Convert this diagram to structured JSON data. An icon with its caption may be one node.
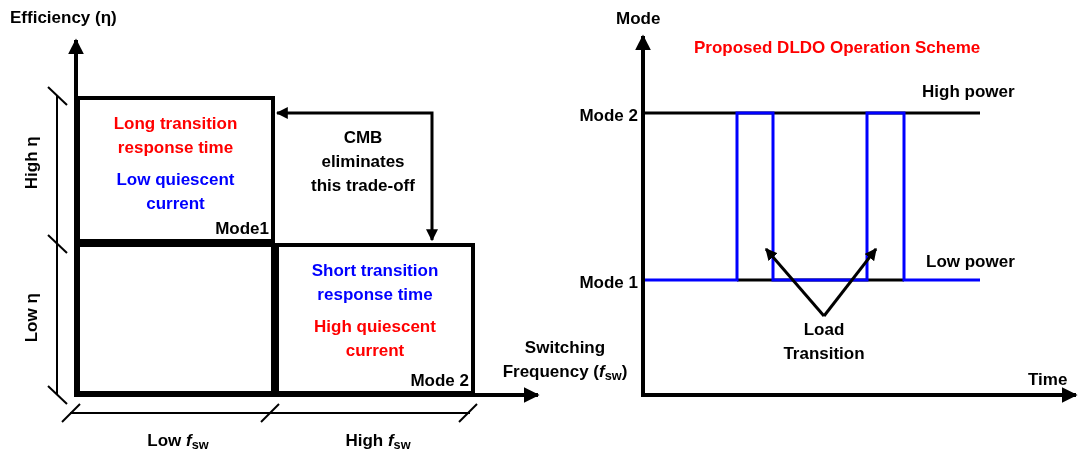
{
  "diagram": {
    "title": "Proposed DLDO Operation Scheme",
    "nodes": [
      {
        "text": [
          "Long transition response time",
          "Low quiescent current",
          "Mode1"
        ]
      },
      {
        "text": [],
        "shape": "box"
      },
      {
        "text": [
          "Short transition response time",
          "High quiescent current",
          "Mode 2"
        ]
      },
      {
        "text": [
          "Load Transition"
        ]
      }
    ],
    "edges": [
      {
        "from": 0,
        "to": 2,
        "arrow": "both"
      },
      {
        "from": 3,
        "to": null,
        "arrow": "to"
      },
      {
        "from": 3,
        "to": null,
        "arrow": "to"
      }
    ],
    "labels": [
      "Efficiency (η)",
      "High η",
      "Low η",
      "Low *f*$_{sw}$",
      "High *f*$_{sw}$",
      "Switching Frequency (*f*$_{sw}$)",
      "CMB eliminates this trade-off",
      "Mode",
      "Mode 2",
      "High power",
      "Low power",
      "Mode 1",
      "Time"
    ]
  }
}
